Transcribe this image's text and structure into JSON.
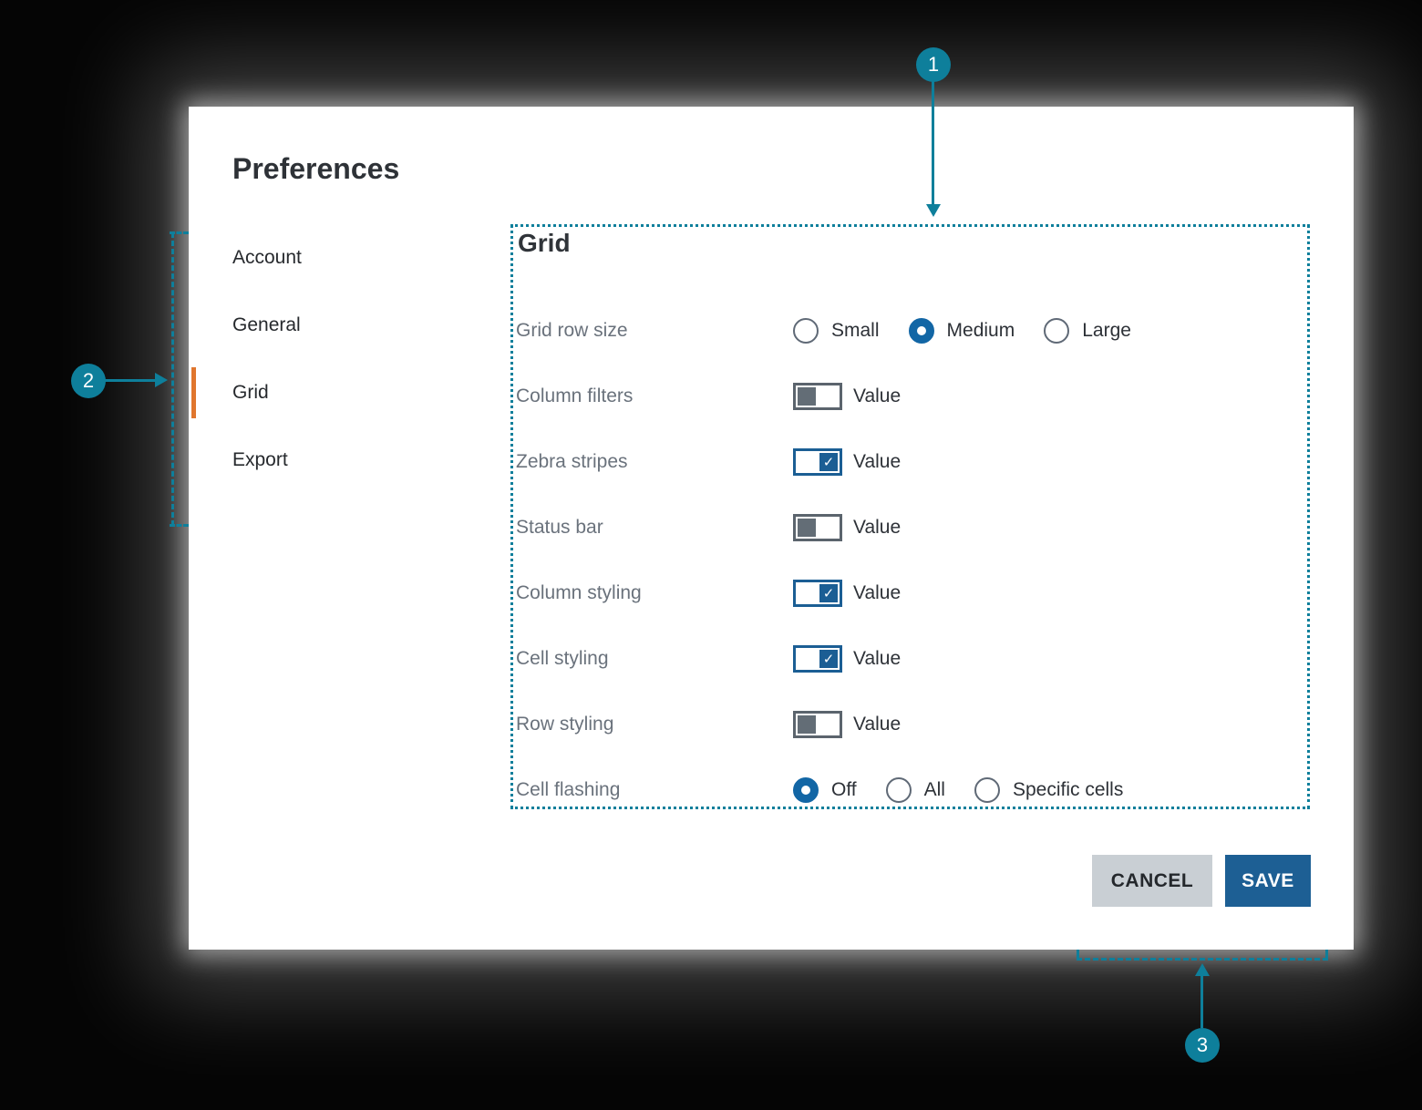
{
  "page": {
    "title": "Preferences"
  },
  "sidebar": {
    "items": [
      {
        "label": "Account",
        "selected": false
      },
      {
        "label": "General",
        "selected": false
      },
      {
        "label": "Grid",
        "selected": true
      },
      {
        "label": "Export",
        "selected": false
      }
    ]
  },
  "panel": {
    "heading": "Grid",
    "rows": [
      {
        "label": "Grid row size",
        "type": "radio-group",
        "options": [
          "Small",
          "Medium",
          "Large"
        ],
        "selected": "Medium"
      },
      {
        "label": "Column filters",
        "type": "checkbox",
        "checked": false,
        "value_label": "Value"
      },
      {
        "label": "Zebra stripes",
        "type": "checkbox",
        "checked": true,
        "value_label": "Value"
      },
      {
        "label": "Status bar",
        "type": "checkbox",
        "checked": false,
        "value_label": "Value"
      },
      {
        "label": "Column styling",
        "type": "checkbox",
        "checked": true,
        "value_label": "Value"
      },
      {
        "label": "Cell styling",
        "type": "checkbox",
        "checked": true,
        "value_label": "Value"
      },
      {
        "label": "Row styling",
        "type": "checkbox",
        "checked": false,
        "value_label": "Value"
      },
      {
        "label": "Cell flashing",
        "type": "radio-group",
        "options": [
          "Off",
          "All",
          "Specific cells"
        ],
        "selected": "Off"
      }
    ]
  },
  "footer": {
    "cancel_label": "CANCEL",
    "save_label": "SAVE"
  },
  "annotations": {
    "one": "1",
    "two": "2",
    "three": "3"
  },
  "icons": {
    "check_icon": "✓"
  },
  "colors": {
    "annotation_teal": "#0e7f9b",
    "control_blue": "#1266a5",
    "save_blue": "#1d5f94",
    "toggle_on_blue": "#1b5e94",
    "selected_indicator_orange": "#e0762e",
    "cancel_gray": "#c9cfd4",
    "label_gray": "#6a727c",
    "text_dark": "#2d3137",
    "toggle_gray": "#636d76",
    "card_white": "#ffffff",
    "background_black": "#050505"
  }
}
